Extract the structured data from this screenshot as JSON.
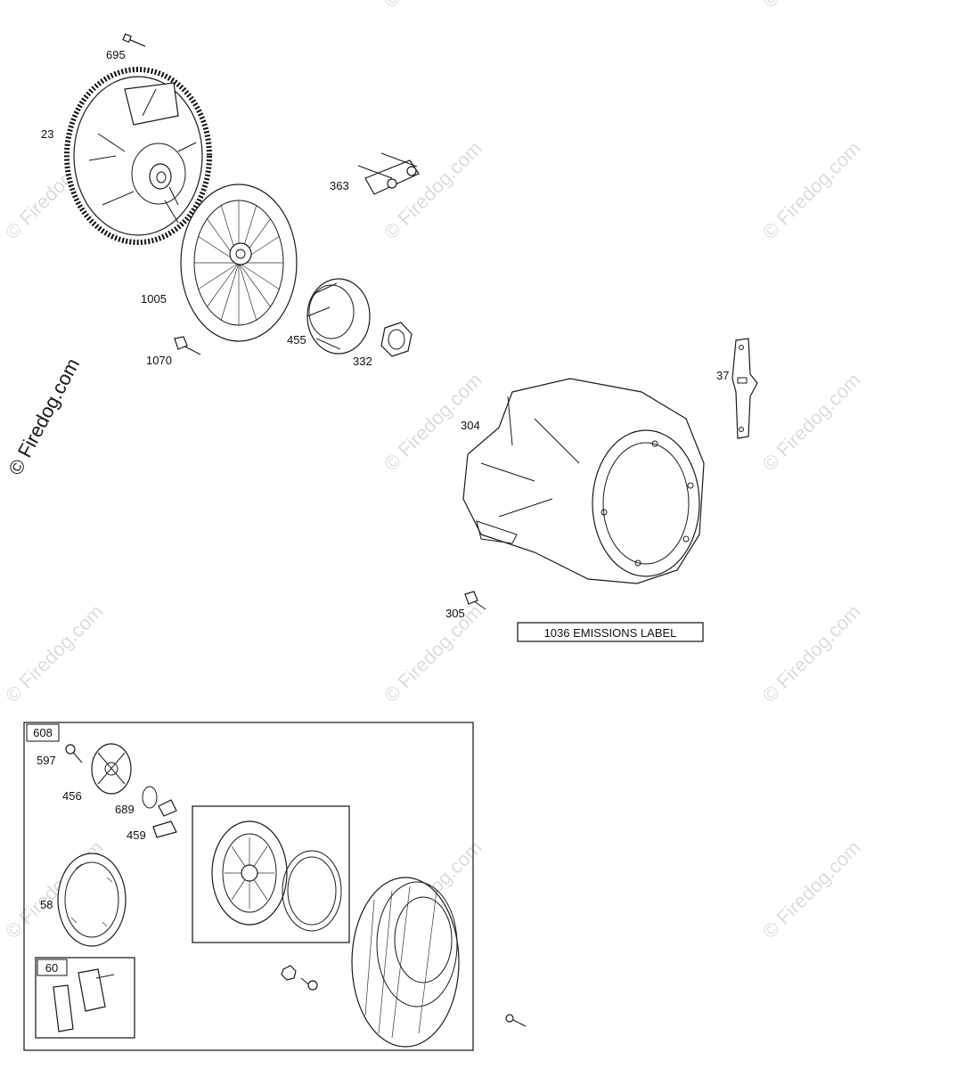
{
  "watermark": "© Firedog.com",
  "callouts": [
    {
      "id": "c695",
      "text": "695"
    },
    {
      "id": "c23",
      "text": "23"
    },
    {
      "id": "c363",
      "text": "363"
    },
    {
      "id": "c1005",
      "text": "1005"
    },
    {
      "id": "c455",
      "text": "455"
    },
    {
      "id": "c332",
      "text": "332"
    },
    {
      "id": "c1070",
      "text": "1070"
    },
    {
      "id": "c37",
      "text": "37"
    },
    {
      "id": "c304",
      "text": "304"
    },
    {
      "id": "c305",
      "text": "305"
    },
    {
      "id": "c597",
      "text": "597"
    },
    {
      "id": "c456",
      "text": "456"
    },
    {
      "id": "c689",
      "text": "689"
    },
    {
      "id": "c459",
      "text": "459"
    },
    {
      "id": "c58",
      "text": "58"
    }
  ],
  "boxes": {
    "kit_608": "608",
    "kit_60": "60",
    "emissions_label": "1036 EMISSIONS LABEL"
  }
}
